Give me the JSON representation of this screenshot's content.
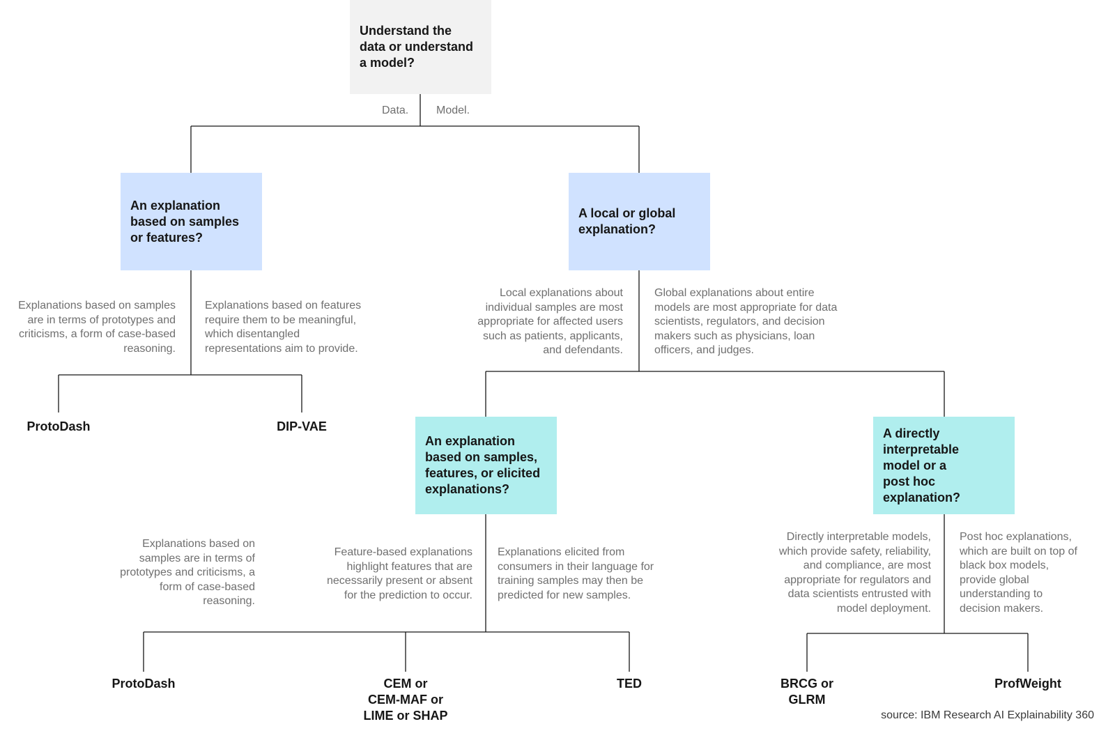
{
  "root": {
    "question": "Understand the\ndata or understand\na model?"
  },
  "branches": {
    "data": "Data.",
    "model": "Model."
  },
  "data_q": {
    "question": "An explanation\nbased on samples\nor features?"
  },
  "model_q": {
    "question": "A local or global\nexplanation?"
  },
  "local_q": {
    "question": "An explanation\nbased on samples,\nfeatures, or elicited\nexplanations?"
  },
  "global_q": {
    "question": "A directly\ninterpretable\nmodel or a\npost hoc\nexplanation?"
  },
  "notes": {
    "data_samples": "Explanations based on samples\nare in terms of prototypes and\ncriticisms, a form of case-based\nreasoning.",
    "data_features": "Explanations based on features\nrequire them to be meaningful,\nwhich disentangled\nrepresentations aim to provide.",
    "local": "Local explanations about\nindividual samples are most\nappropriate for affected users\nsuch as patients, applicants,\nand defendants.",
    "global": "Global explanations about entire\nmodels are most appropriate for data\nscientists, regulators, and decision\nmakers such as physicians, loan\nofficers, and judges.",
    "local_samples": "Explanations based on\nsamples are in terms of\nprototypes and criticisms, a\nform of case-based\nreasoning.",
    "local_features": "Feature-based explanations\nhighlight features that are\nnecessarily present or absent\nfor the prediction to occur.",
    "local_elicited": "Explanations elicited from\nconsumers in their language for\ntraining samples may then be\npredicted for new samples.",
    "direct": "Directly interpretable models,\nwhich provide safety, reliability,\nand compliance, are most\nappropriate for regulators and\ndata scientists entrusted with\nmodel deployment.",
    "posthoc": "Post hoc explanations,\nwhich are built on top of\nblack box models,\nprovide global\nunderstanding to\ndecision makers."
  },
  "leaves": {
    "protodash_1": "ProtoDash",
    "dipvae": "DIP-VAE",
    "protodash_2": "ProtoDash",
    "cem_lime_shap": "CEM or\nCEM-MAF or\nLIME or SHAP",
    "ted": "TED",
    "brcg_glrm": "BRCG or\nGLRM",
    "profweight": "ProfWeight"
  },
  "source": "source: IBM Research AI Explainability 360",
  "colors": {
    "root_box": "#f2f2f2",
    "level2_box": "#d0e2ff",
    "level3_box": "#b0eeee",
    "line": "#161616",
    "note_text": "#6f6f6f"
  }
}
